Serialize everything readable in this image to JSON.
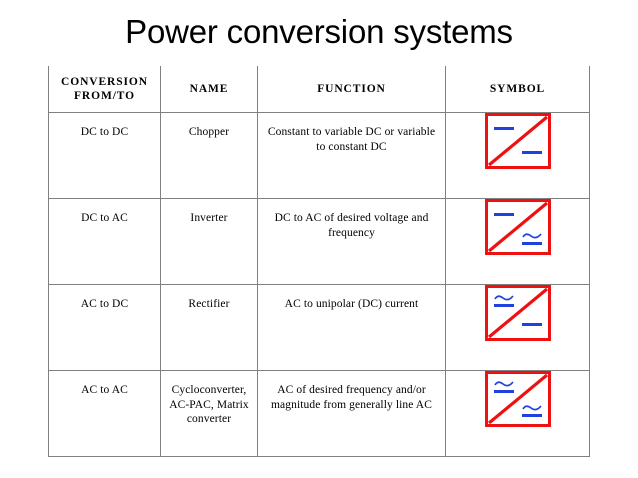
{
  "slide": {
    "title": "Power conversion systems"
  },
  "colors": {
    "symbol_border": "#ee1111",
    "symbol_marker": "#2040e0",
    "table_border": "#808080",
    "text": "#000000",
    "background": "#ffffff"
  },
  "table": {
    "headers": [
      "CONVERSION FROM/TO",
      "NAME",
      "FUNCTION",
      "SYMBOL"
    ],
    "header_lines": {
      "col1_line1": "CONVERSION",
      "col1_line2": "FROM/TO"
    },
    "rows": [
      {
        "conversion": "DC to DC",
        "name": "Chopper",
        "function": "Constant to variable DC or variable to constant DC",
        "symbol": {
          "input": "dc",
          "output": "dc",
          "description": "red square with diagonal, DC dash top-left, DC dash bottom-right"
        }
      },
      {
        "conversion": "DC to AC",
        "name": "Inverter",
        "function": "DC to AC of desired voltage and frequency",
        "symbol": {
          "input": "dc",
          "output": "ac",
          "description": "red square with diagonal, DC dash top-left, AC tilde-dash bottom-right"
        }
      },
      {
        "conversion": "AC to DC",
        "name": "Rectifier",
        "function": "AC to unipolar (DC) current",
        "symbol": {
          "input": "ac",
          "output": "dc",
          "description": "red square with diagonal, AC tilde-dash top-left, DC dash bottom-right"
        }
      },
      {
        "conversion": "AC to AC",
        "name": "Cycloconverter, AC-PAC, Matrix converter",
        "function": "AC of desired frequency and/or magnitude from generally line AC",
        "symbol": {
          "input": "ac",
          "output": "ac",
          "description": "red square with diagonal, AC tilde-dash top-left, AC tilde-dash bottom-right"
        }
      }
    ]
  }
}
